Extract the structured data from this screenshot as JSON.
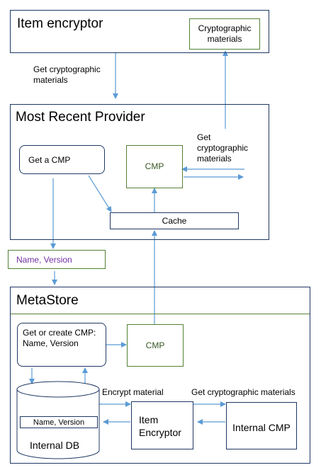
{
  "item_encryptor_top": {
    "title": "Item encryptor",
    "materials_box": "Cryptographic materials"
  },
  "labels": {
    "get_crypto_materials_1": "Get cryptographic materials",
    "get_crypto_materials_2": "Get cryptographic materials",
    "name_version": "Name, Version",
    "encrypt_material": "Encrypt material",
    "get_crypto_materials_3": "Get cryptographic materials"
  },
  "most_recent_provider": {
    "title": "Most Recent Provider",
    "get_a_cmp": "Get a CMP",
    "cmp": "CMP",
    "cache": "Cache"
  },
  "metastore": {
    "title": "MetaStore",
    "get_or_create": "Get or create CMP: Name, Version",
    "cmp": "CMP",
    "db_record": "Name, Version",
    "db_label": "Internal DB",
    "item_encryptor": "Item Encryptor",
    "internal_cmp": "Internal CMP"
  },
  "colors": {
    "container_border": "#1f3864",
    "green_border": "#538135",
    "arrow": "#5b9bd5",
    "name_version_text": "#7030a0",
    "cmp_text": "#385723"
  }
}
